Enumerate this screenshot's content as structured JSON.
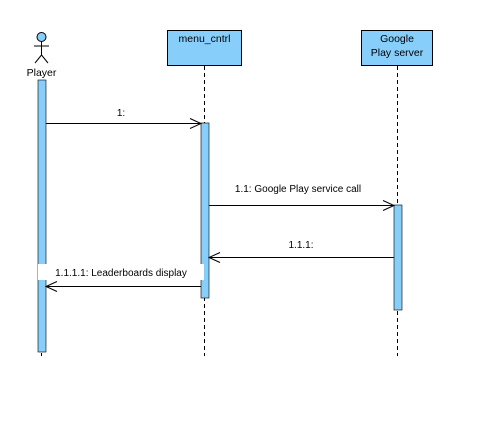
{
  "diagram": {
    "fill_color": "#87CEFA",
    "stroke_color": "#000000",
    "lifelines": [
      {
        "id": "player",
        "kind": "actor",
        "label": "Player"
      },
      {
        "id": "menu_cntrl",
        "kind": "object",
        "label": "menu_cntrl"
      },
      {
        "id": "gps",
        "kind": "object",
        "label_lines": [
          "Google",
          "Play server"
        ]
      }
    ],
    "messages": [
      {
        "id": "m1",
        "label": "1:",
        "from": "player",
        "to": "menu_cntrl",
        "type": "call"
      },
      {
        "id": "m2",
        "label": "1.1: Google Play service call",
        "from": "menu_cntrl",
        "to": "gps",
        "type": "call"
      },
      {
        "id": "m3",
        "label": "1.1.1:",
        "from": "gps",
        "to": "menu_cntrl",
        "type": "return"
      },
      {
        "id": "m4",
        "label": "1.1.1.1: Leaderboards display",
        "from": "menu_cntrl",
        "to": "player",
        "type": "return"
      }
    ]
  }
}
